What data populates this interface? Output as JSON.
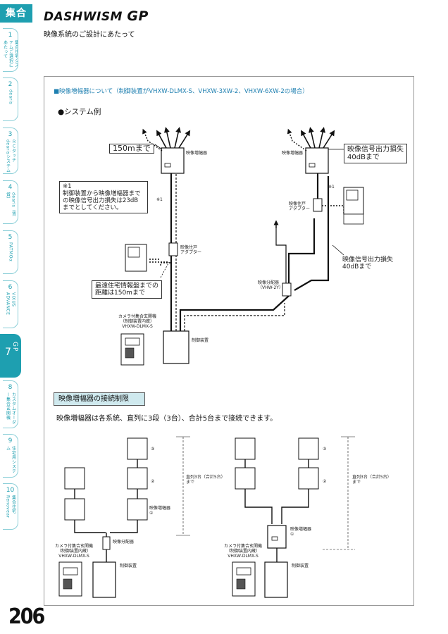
{
  "sidebar": {
    "head": "集合",
    "tabs": [
      {
        "num": "1",
        "text": "集合住宅システムご選択にあたって"
      },
      {
        "num": "2",
        "text": "dearis"
      },
      {
        "num": "3",
        "text": "ＲＣタッチdearisシステム"
      },
      {
        "num": "4",
        "text": "dearis（賃貸）"
      },
      {
        "num": "5",
        "text": "PATMOα"
      },
      {
        "num": "6",
        "text": "VIXUS ADVANCE"
      },
      {
        "num": "7",
        "text": "DASHWISM GP"
      },
      {
        "num": "8",
        "text": "カスタムオーダー集合玄関機"
      },
      {
        "num": "9",
        "text": "住宅用システム"
      },
      {
        "num": "10",
        "text": "集合住宅Renovear"
      }
    ]
  },
  "header": {
    "brand": "DASHWISM",
    "brand_suffix": "GP",
    "subtitle": "映像系統のご設計にあたって"
  },
  "page_number": "206",
  "section1": {
    "heading": "■映像増幅器について（制御装置がVHXW-DLMX-S、VHXW-3XW-2、VHXW-6XW-2の場合）",
    "system_example": "●システム例",
    "callout_150m": "150mまで",
    "callout_loss_top": [
      "映像信号出力損失",
      "40dBまで"
    ],
    "note1": [
      "※1",
      "制御装置から映像増幅器まで",
      "の映像信号出力損失は23dB",
      "までとしてください。"
    ],
    "note_mark": "※1",
    "callout_far": [
      "最遠住宅情報盤までの",
      "距離は150mまで"
    ],
    "callout_loss_mid": [
      "映像信号出力損失",
      "40dBまで"
    ],
    "label_amp": "映像増幅器",
    "label_adapter": [
      "映像住戸",
      "アダプター"
    ],
    "label_splitter": [
      "映像分配器",
      "（VHW-2Y）"
    ],
    "label_entrance": [
      "カメラ付集合玄関機",
      "（制御装置内蔵）",
      "VHXW-DLMX-S"
    ],
    "label_control": "制御装置"
  },
  "section2": {
    "heading": "映像増幅器の接続制限",
    "text": "映像増幅器は各系統、直列に3段（3台）、合計5台まで接続できます。",
    "circle1": "①",
    "circle2": "②",
    "circle3": "③",
    "label_amp": "映像増幅器",
    "label_splitter": "映像分配器",
    "label_series": [
      "直列3台（合計5台）",
      "まで"
    ],
    "label_entrance": [
      "カメラ付集合玄関機",
      "（制御装置内蔵）",
      "VHXW-DLMX-S"
    ],
    "label_control": "制御装置"
  }
}
